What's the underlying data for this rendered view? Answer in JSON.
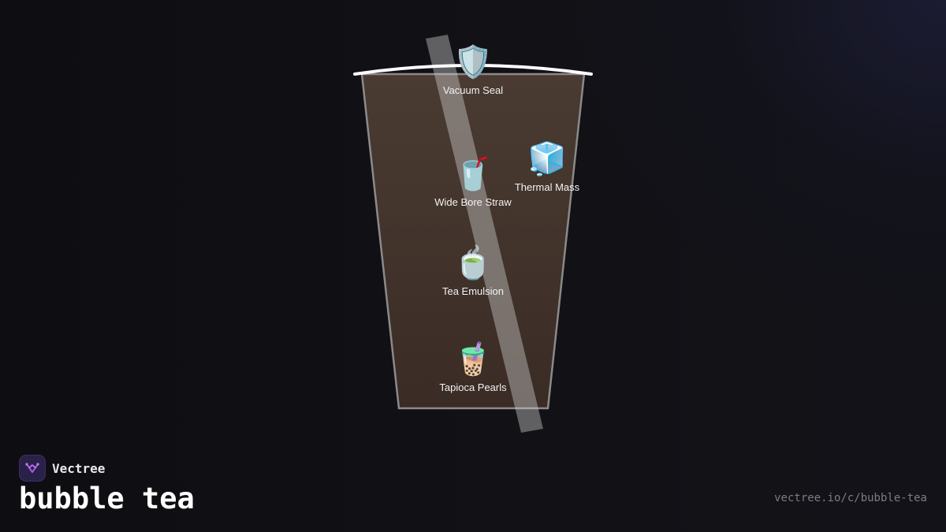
{
  "title": "bubble tea",
  "brand": {
    "name": "Vectree",
    "logo_icon": "vectree-logo-icon",
    "logo_bg": "#2a2148",
    "logo_accent": "#a35be8"
  },
  "source_url": "vectree.io/c/bubble-tea",
  "colors": {
    "cup_fill": "#3f3129",
    "cup_stroke": "#8a8a8a",
    "lid": "#ffffff",
    "straw": "#c8c8c8",
    "label": "#f2f2f2"
  },
  "components": [
    {
      "id": "vacuum-seal",
      "label": "Vacuum Seal",
      "icon": "shield-icon",
      "glyph": "🛡️"
    },
    {
      "id": "thermal-mass",
      "label": "Thermal Mass",
      "icon": "ice-cube-icon",
      "glyph": "🧊"
    },
    {
      "id": "wide-bore-straw",
      "label": "Wide Bore Straw",
      "icon": "cup-with-straw-icon",
      "glyph": "🥤"
    },
    {
      "id": "tea-emulsion",
      "label": "Tea Emulsion",
      "icon": "teacup-icon",
      "glyph": "🍵"
    },
    {
      "id": "tapioca-pearls",
      "label": "Tapioca Pearls",
      "icon": "bubble-tea-icon",
      "glyph": "🧋"
    }
  ]
}
